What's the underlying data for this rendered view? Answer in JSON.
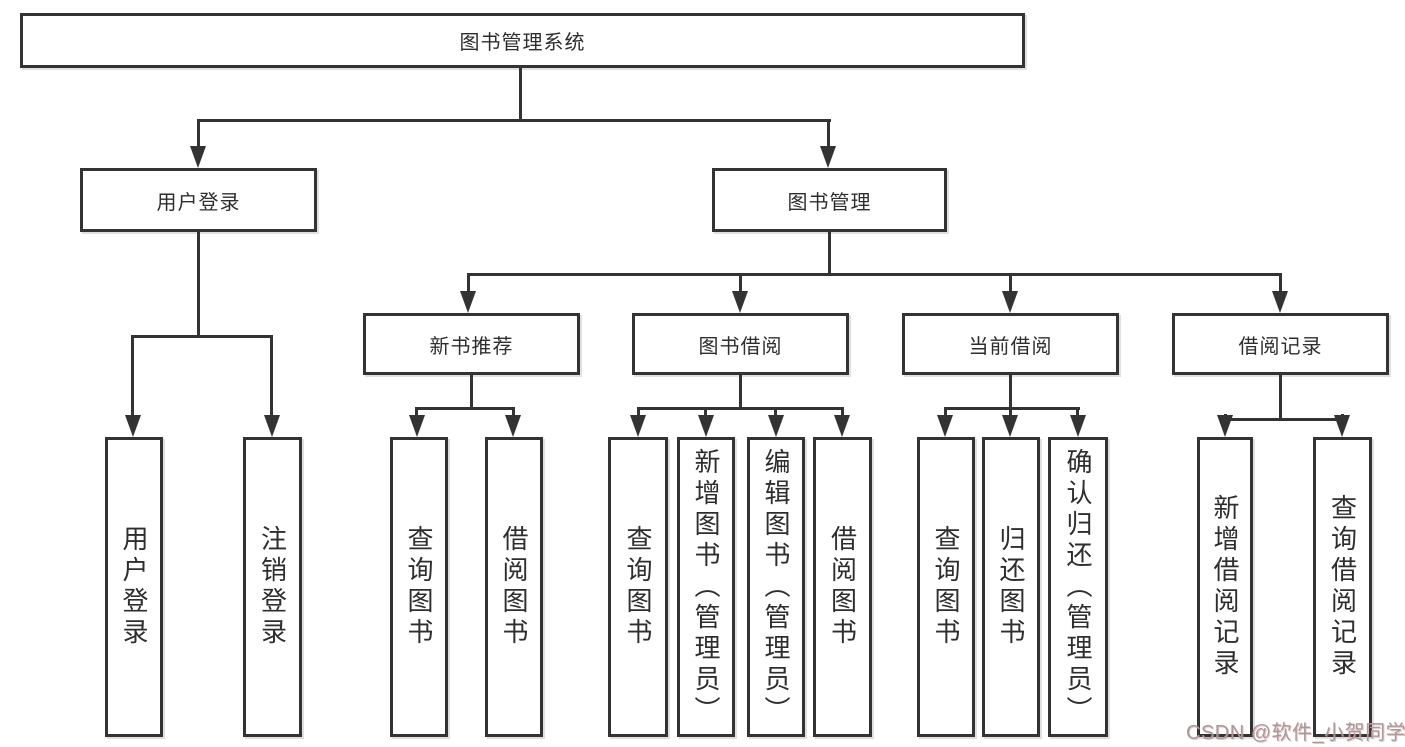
{
  "colors": {
    "background": "#ffffff",
    "line": "#333333",
    "box_border": "#333333",
    "text": "#2e2e2e",
    "watermark": "#a49c9c"
  },
  "diagram": {
    "root": {
      "label": "图书管理系统"
    },
    "branches": {
      "user_login": {
        "label": "用户登录"
      },
      "book_management": {
        "label": "图书管理"
      }
    },
    "modules": {
      "new_book": {
        "label": "新书推荐"
      },
      "book_borrow": {
        "label": "图书借阅"
      },
      "current_borrow": {
        "label": "当前借阅"
      },
      "borrow_record": {
        "label": "借阅记录"
      }
    },
    "leaves": {
      "user_login": {
        "label": "用户登录"
      },
      "logout": {
        "label": "注销登录"
      },
      "nb_query": {
        "label": "查询图书"
      },
      "nb_borrow": {
        "label": "借阅图书"
      },
      "bb_query": {
        "label": "查询图书"
      },
      "bb_add": {
        "label": "新增图书（管理员）"
      },
      "bb_edit": {
        "label": "编辑图书（管理员）"
      },
      "bb_borrow": {
        "label": "借阅图书"
      },
      "cb_query": {
        "label": "查询图书"
      },
      "cb_return": {
        "label": "归还图书"
      },
      "cb_confirm": {
        "label": "确认归还（管理员）"
      },
      "br_add": {
        "label": "新增借阅记录"
      },
      "br_query": {
        "label": "查询借阅记录"
      }
    }
  },
  "watermark": {
    "text": "CSDN @软件_小贺同学"
  }
}
